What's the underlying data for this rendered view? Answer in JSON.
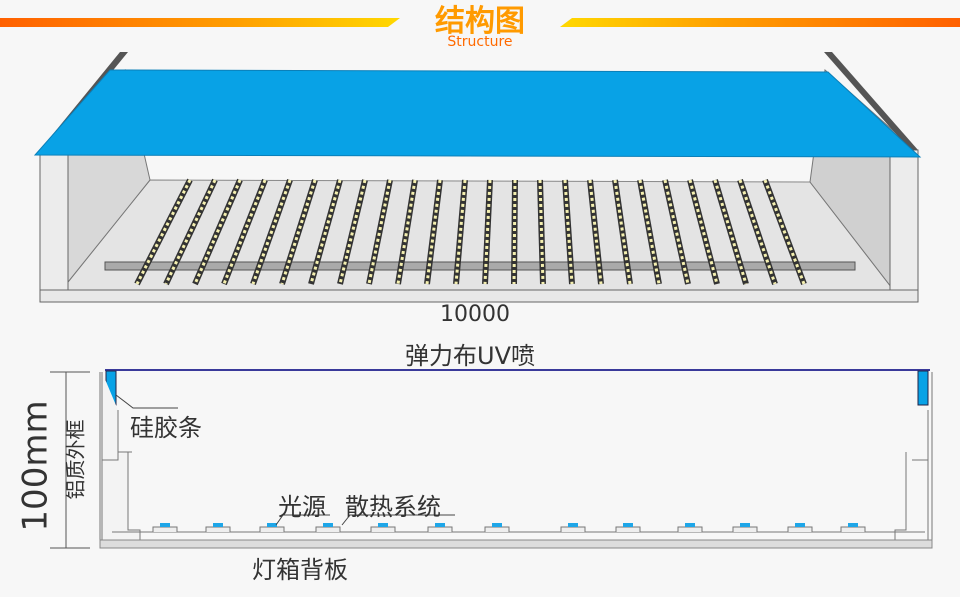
{
  "header": {
    "title": "结构图",
    "subtitle": "Structure"
  },
  "labels": {
    "width": "10000",
    "fabric": "弹力布UV喷",
    "silicone_strip": "硅胶条",
    "height": "100mm",
    "aluminum_frame": "铝质外框",
    "light_source": "光源",
    "heat_sink": "散热系统",
    "back_panel": "灯箱背板"
  },
  "colors": {
    "accent_orange": "#ff6a00",
    "accent_yellow": "#ffd200",
    "fabric_blue": "#08a2e6",
    "frame_line": "#3a3a9a"
  }
}
